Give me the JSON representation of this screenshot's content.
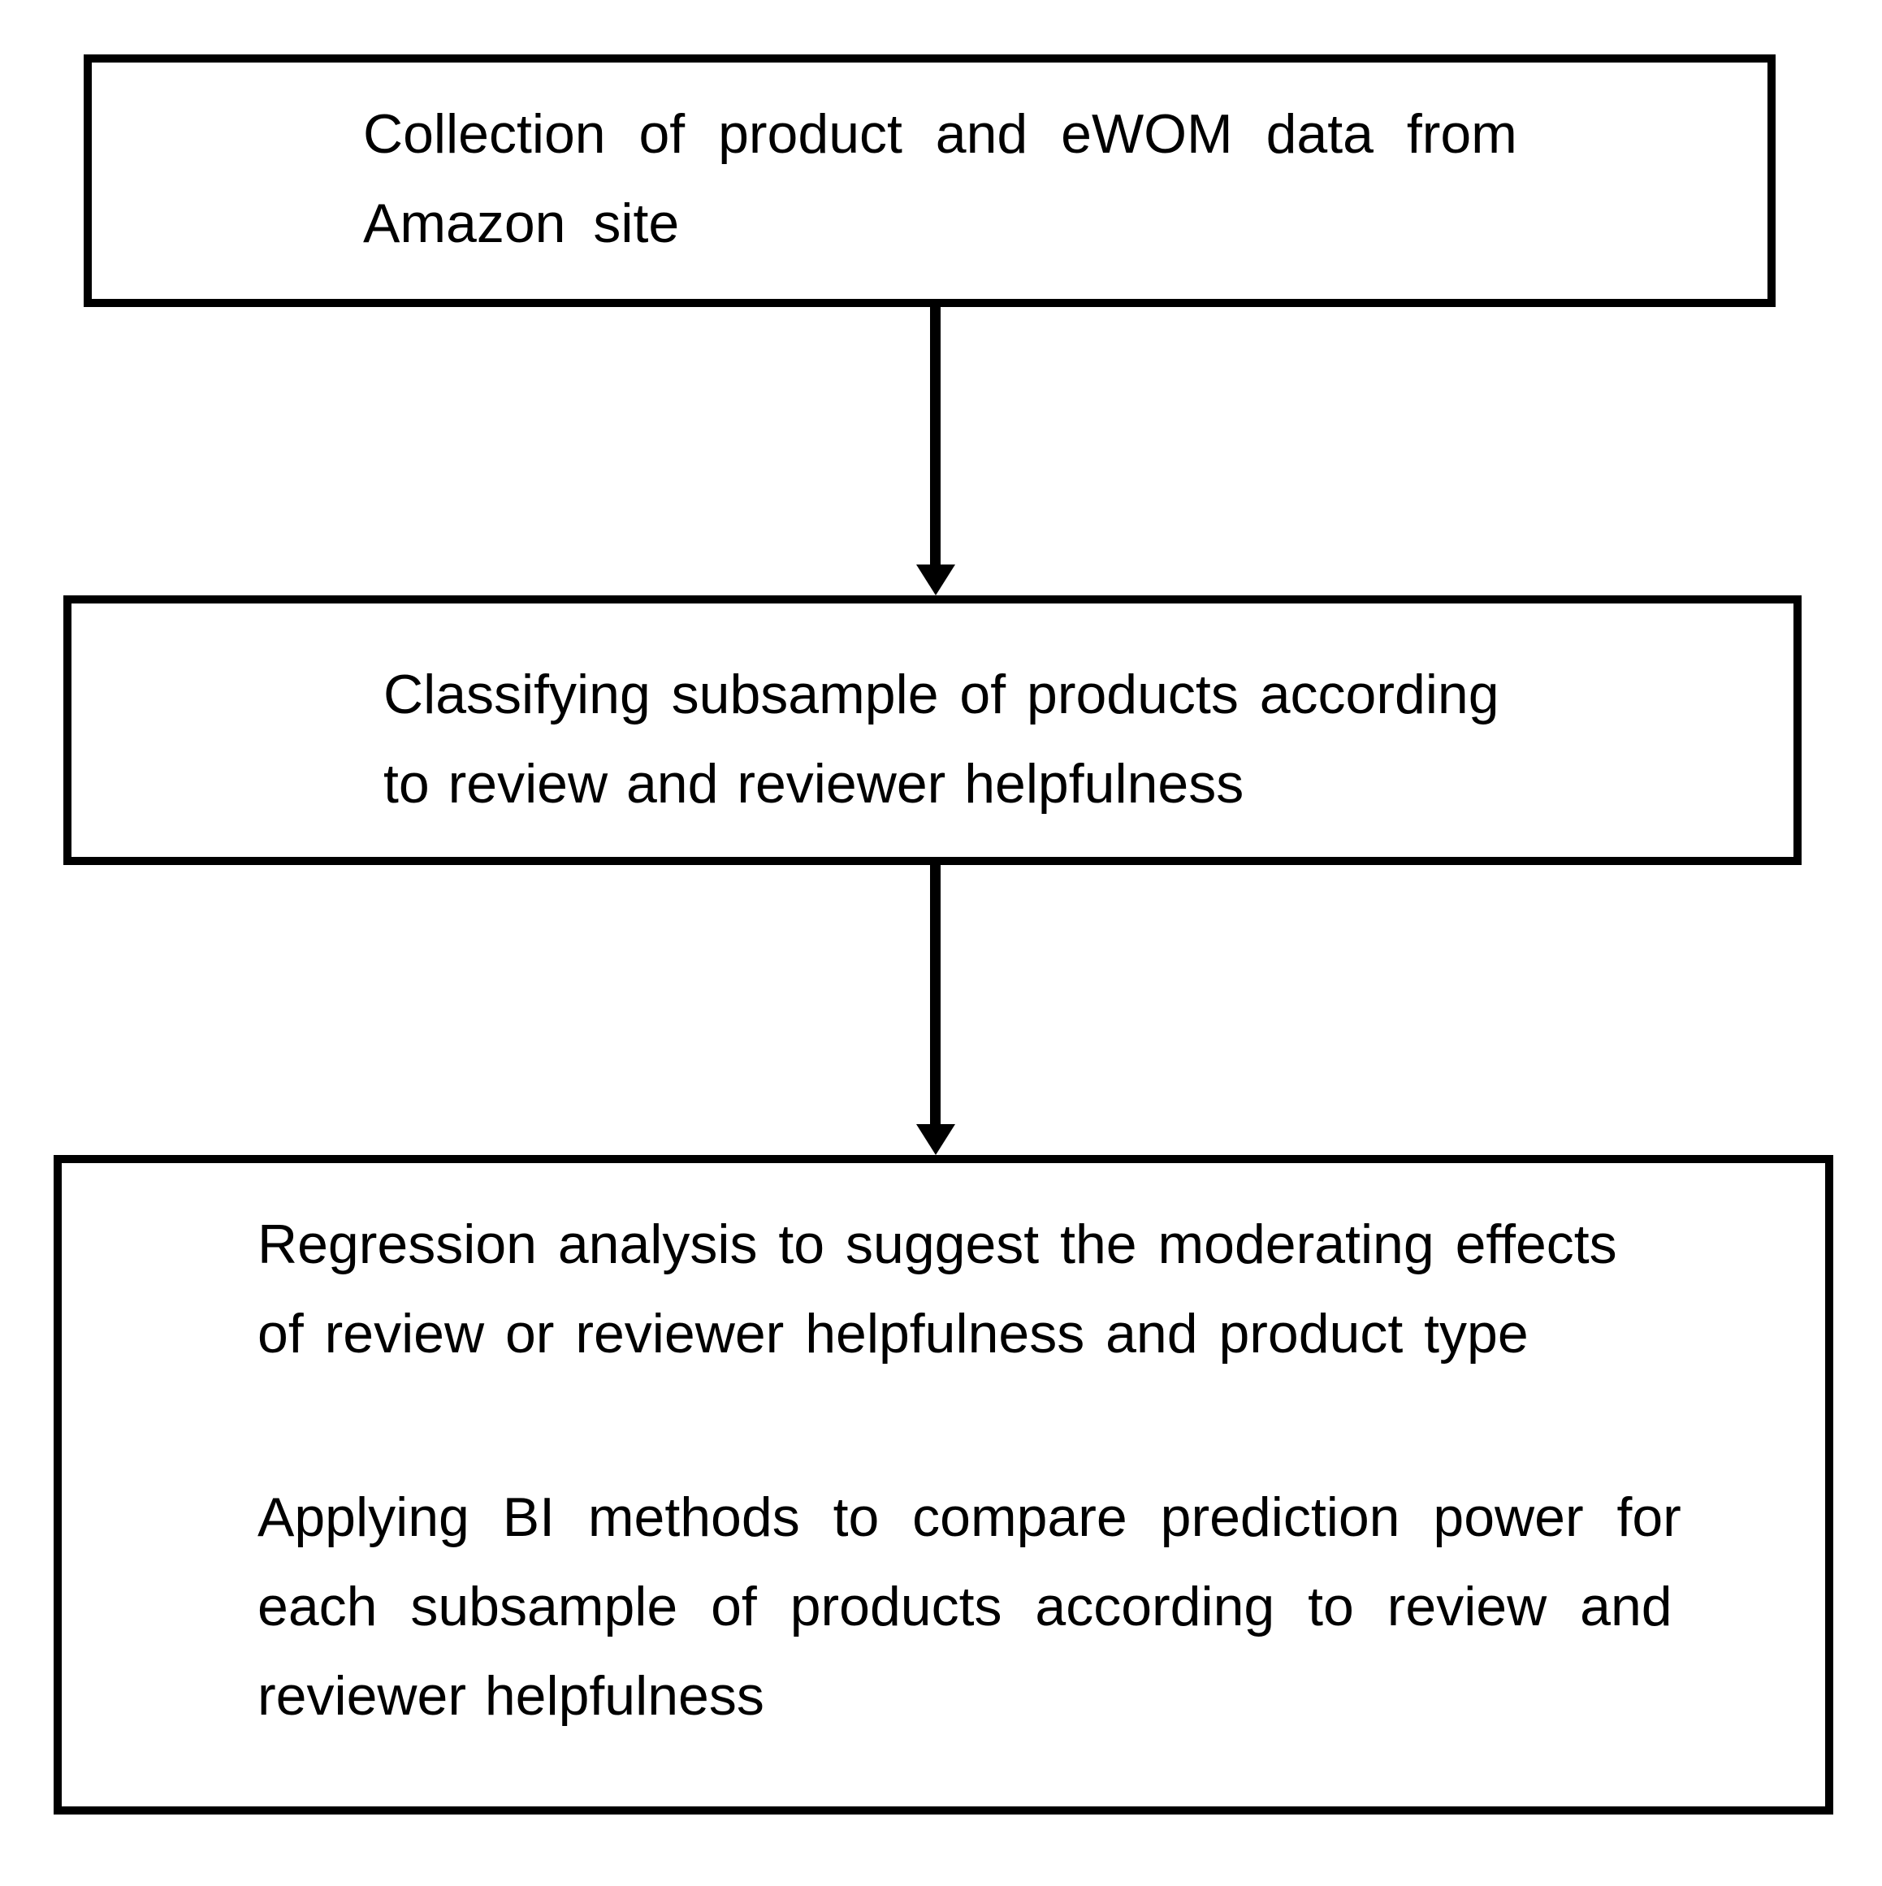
{
  "colors": {
    "background": "#ffffff",
    "box_border": "#000000",
    "text": "#000000",
    "arrow": "#000000"
  },
  "flowchart": {
    "boxes": [
      {
        "id": "box-1",
        "full_text": "Collection of product and eWOM data from Amazon site",
        "lines": [
          "Collection of product and eWOM data from",
          "Amazon site"
        ]
      },
      {
        "id": "box-2",
        "full_text": "Classifying subsample of products according to review and reviewer helpfulness",
        "lines": [
          "Classifying subsample of products according",
          "to review and reviewer helpfulness"
        ]
      },
      {
        "id": "box-3",
        "full_text": "Regression analysis to suggest the moderating effects of review or reviewer helpfulness and product type / Applying BI methods to compare prediction power for each subsample of products according to review and reviewer helpfulness",
        "paragraphs": [
          [
            "Regression analysis to suggest the moderating effects",
            "of review or reviewer helpfulness and product type"
          ],
          [
            "Applying BI methods to compare prediction power for",
            "each subsample of products according to review and",
            "reviewer helpfulness"
          ]
        ]
      }
    ],
    "connectors": [
      {
        "from": "box-1",
        "to": "box-2",
        "direction": "down"
      },
      {
        "from": "box-2",
        "to": "box-3",
        "direction": "down"
      }
    ]
  }
}
